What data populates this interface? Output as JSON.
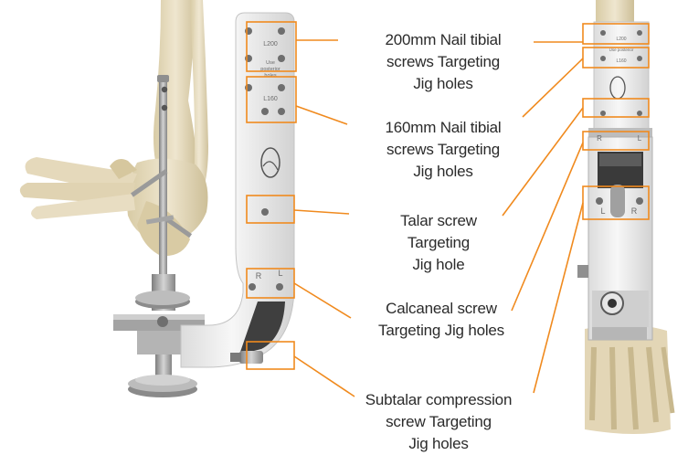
{
  "labels": {
    "l200": [
      "200mm Nail tibial",
      "screws Targeting",
      "Jig holes"
    ],
    "l160": [
      "160mm Nail tibial",
      "screws Targeting",
      "Jig holes"
    ],
    "talar": [
      "Talar screw",
      "Targeting",
      "Jig hole"
    ],
    "calcaneal": [
      "Calcaneal screw",
      "Targeting Jig holes"
    ],
    "subtalar": [
      "Subtalar compression",
      "screw Targeting",
      "Jig holes"
    ]
  },
  "jig_text": {
    "left_l200": "L200",
    "left_use_1": "Use",
    "left_use_2": "posterior",
    "left_use_3": "holes",
    "left_l160": "L160",
    "left_r": "R",
    "left_l": "L",
    "right_l200": "L200",
    "right_use": "Use posterior",
    "right_l160": "L160",
    "right_r_top": "R",
    "right_l_top": "L",
    "right_l_bottom": "L",
    "right_r_bottom": "R"
  },
  "colors": {
    "callout": "#f08a1e",
    "bone": "#e7dcc0",
    "bone_shadow": "#c9b994",
    "jig": "#eeeeee",
    "metal": "#9b9b9b",
    "text": "#2b2b2b"
  }
}
